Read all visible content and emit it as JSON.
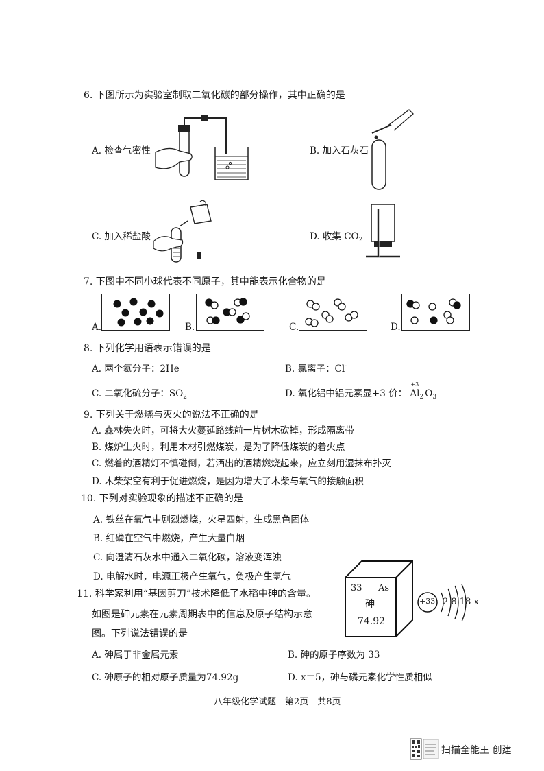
{
  "q6": {
    "stem": "6. 下图所示为实验室制取二氧化碳的部分操作，其中正确的是",
    "a": "A. 检查气密性",
    "b": "B. 加入石灰石",
    "c": "C. 加入稀盐酸",
    "d_prefix": "D. 收集 CO",
    "d_sub": "2"
  },
  "q7": {
    "stem": "7. 下图中不同小球代表不同原子，其中能表示化合物的是",
    "labels": [
      "A.",
      "B.",
      "C.",
      "D."
    ]
  },
  "q8": {
    "stem": "8. 下列化学用语表示错误的是",
    "a": "A. 两个氦分子：2He",
    "b_prefix": "B. 氯离子：Cl",
    "b_sup": "-",
    "c_prefix": "C. 二氧化硫分子：SO",
    "c_sub": "2",
    "d_prefix": "D. 氧化铝中铝元素显+3 价：",
    "d_charge": "+3",
    "d_al": "Al",
    "d_sub2": "2",
    "d_o": "O",
    "d_sub3": "3"
  },
  "q9": {
    "stem": "9. 下列关于燃烧与灭火的说法不正确的是",
    "a": "A. 森林失火时，可将大火蔓延路线前一片树木砍掉，形成隔离带",
    "b": "B. 煤炉生火时，利用木材引燃煤炭，是为了降低煤炭的着火点",
    "c": "C. 燃着的酒精灯不慎碰倒，若洒出的酒精燃烧起来，应立刻用湿抹布扑灭",
    "d": "D. 木柴架空有利于促进燃烧，是因为增大了木柴与氧气的接触面积"
  },
  "q10": {
    "stem": "10. 下列对实验现象的描述不正确的是",
    "a": "A. 铁丝在氧气中剧烈燃烧，火星四射，生成黑色固体",
    "b": "B. 红磷在空气中燃烧，产生大量白烟",
    "c": "C. 向澄清石灰水中通入二氧化碳，溶液变浑浊",
    "d": "D. 电解水时，电源正极产生氧气，负极产生氢气"
  },
  "q11": {
    "stem_line1": "11. 科学家利用“基因剪刀”技术降低了水稻中砷的含量。",
    "stem_line2": "如图是砷元素在元素周期表中的信息及原子结构示意",
    "stem_line3": "图。下列说法错误的是",
    "a": "A. 砷属于非金属元素",
    "b": "B. 砷的原子序数为 33",
    "c": "C. 砷原子的相对原子质量为74.92g",
    "d": "D. x＝5，砷与磷元素化学性质相似",
    "element": {
      "number": "33",
      "symbol": "As",
      "name": "砷",
      "mass": "74.92"
    },
    "atom": {
      "nucleus": "+33",
      "shells": "2 8 18 x"
    }
  },
  "footer": "八年级化学试题　第2页　共8页",
  "watermark": {
    "text": "扫描全能王  创建"
  }
}
